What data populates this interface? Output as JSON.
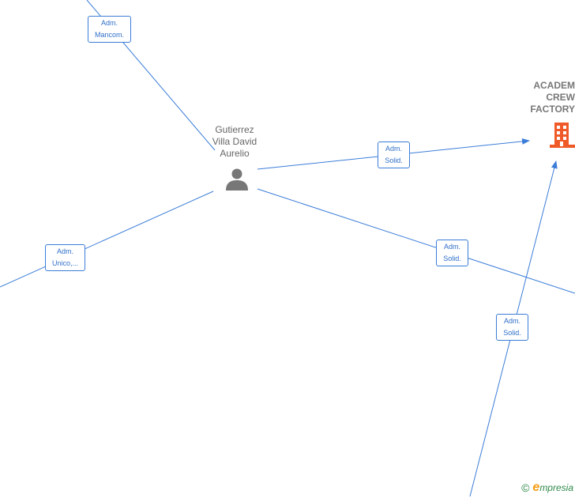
{
  "person": {
    "name_line1": "Gutierrez",
    "name_line2": "Villa David",
    "name_line3": "Aurelio",
    "icon": "person-icon",
    "color": "#777777"
  },
  "company": {
    "name_line1": "ACADEM",
    "name_line2": "CREW",
    "name_line3": "FACTORY",
    "icon": "building-icon",
    "color": "#f05a28"
  },
  "edges": {
    "top_left": {
      "line1": "Adm.",
      "line2": "Mancom."
    },
    "to_company": {
      "line1": "Adm.",
      "line2": "Solid."
    },
    "left": {
      "line1": "Adm.",
      "line2": "Unico,..."
    },
    "right": {
      "line1": "Adm.",
      "line2": "Solid."
    },
    "bottom": {
      "line1": "Adm.",
      "line2": "Solid."
    }
  },
  "edge_color": "#3b7dd8",
  "watermark": {
    "copyright": "©",
    "brand_initial": "e",
    "brand_rest": "mpresia"
  }
}
